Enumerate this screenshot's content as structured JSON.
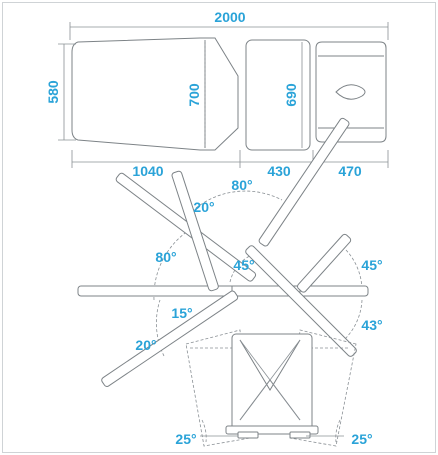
{
  "top_view": {
    "overall_length": "2000",
    "body_width": "580",
    "body_inner_width": "700",
    "head_width": "690",
    "segment_1": "1040",
    "segment_2": "430",
    "segment_3": "470"
  },
  "side_view": {
    "back_up_angle": "80°",
    "back_small_angle": "20°",
    "leg_up_angle": "80°",
    "center_angle": "45°",
    "head_up_angle": "45°",
    "leg_small_angle": "15°",
    "leg_down_angle": "20°",
    "head_down_angle": "43°"
  },
  "end_view": {
    "tilt_left": "25°",
    "tilt_right": "25°"
  },
  "colors": {
    "dimension_text": "#2aa3d8",
    "line": "#7d8387"
  }
}
